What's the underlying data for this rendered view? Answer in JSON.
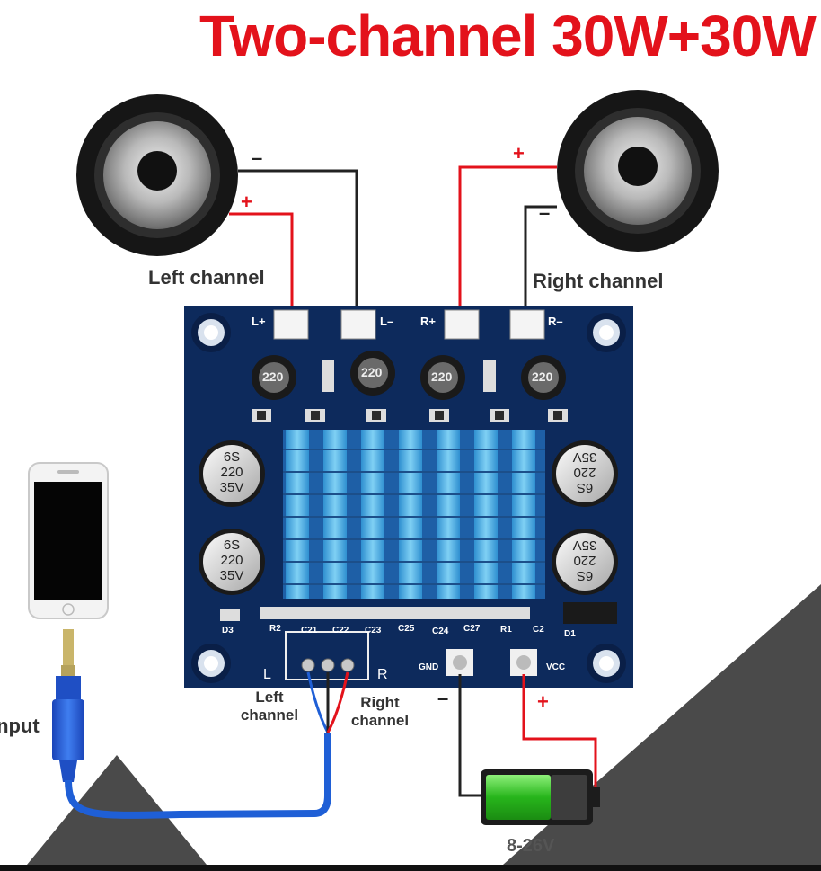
{
  "title": "Two-channel 30W+30W",
  "speakers": {
    "left_label": "Left channel",
    "right_label": "Right channel",
    "left_plus": "+",
    "left_minus": "–",
    "right_plus": "+",
    "right_minus": "–"
  },
  "board": {
    "terminals": [
      "L+",
      "L–",
      "R+",
      "R–"
    ],
    "capacitor": {
      "line1": "6S",
      "line2": "220",
      "line3": "35V"
    },
    "inductor_text": "220",
    "silk": [
      "R2",
      "C21",
      "C22",
      "C23",
      "C25",
      "C24",
      "C27",
      "R1",
      "C2",
      "D1",
      "D3"
    ],
    "input_pins": {
      "left": "L",
      "right": "R"
    },
    "gnd_label": "GND",
    "vcc_label": "VCC"
  },
  "input": {
    "label": "Input",
    "left_wire_label": "Left channel",
    "right_wire_label": "Right channel"
  },
  "power": {
    "minus": "–",
    "plus": "+",
    "voltage": "8-26V"
  },
  "colors": {
    "title": "#e3121b",
    "board": "#0d2a5c",
    "heatsink": "#4fb6e8",
    "wire_red": "#e3121b",
    "wire_black": "#222222",
    "wire_blue": "#1f5fd6",
    "battery_green": "#33c425",
    "background_shape": "#4a4a4a"
  }
}
